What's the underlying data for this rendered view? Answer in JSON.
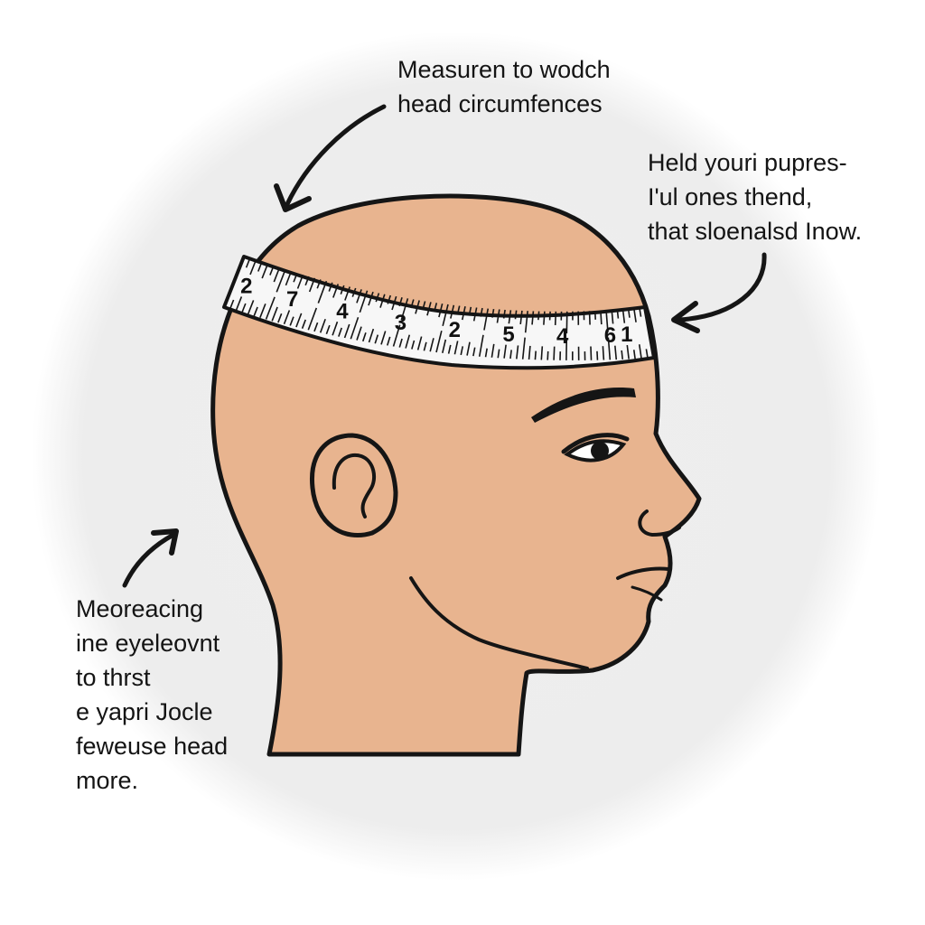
{
  "callouts": {
    "top": {
      "lines": [
        "Measuren to wodch",
        "head circumfences"
      ]
    },
    "right": {
      "lines": [
        "Held youri pupres-",
        "I'ul ones thend,",
        "that sloenalsd Inow."
      ]
    },
    "left": {
      "lines": [
        "Meoreacing",
        "ine eyeleovnt",
        "to thrst",
        "e yapri Jocle",
        "feweuse head",
        "more."
      ]
    }
  },
  "tape": {
    "numbers": [
      "2",
      "7",
      "4",
      "3",
      "2",
      "5",
      "4",
      "6",
      "1"
    ]
  },
  "colors": {
    "skin": "#e8b48f",
    "outline": "#151515",
    "tape": "#f7f7f7",
    "backdrop_circle": "#efefef",
    "text": "#141414"
  },
  "icons": [
    "arrow-top-icon",
    "arrow-right-icon",
    "arrow-left-icon",
    "measuring-tape-icon",
    "head-profile-icon"
  ]
}
